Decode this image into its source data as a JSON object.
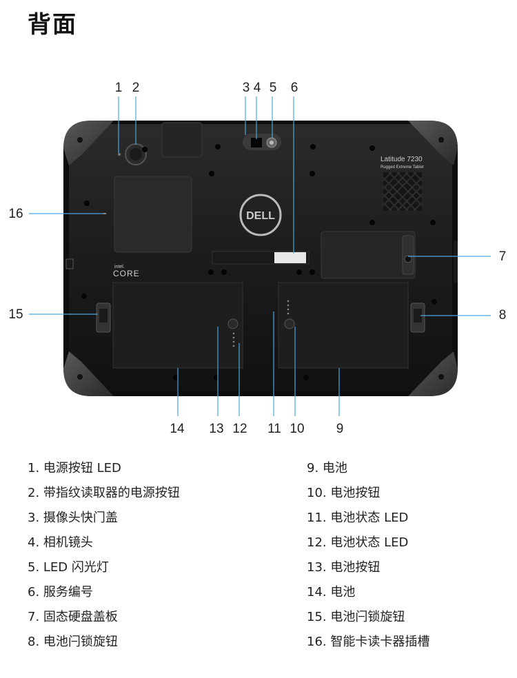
{
  "page": {
    "title": "背面"
  },
  "device": {
    "model": "Latitude 7230",
    "model_sub": "Rugged Extreme Tablet",
    "brand_logo": "DELL",
    "chip_brand": "intel.",
    "chip_name": "CORE"
  },
  "callouts": [
    "1",
    "2",
    "3",
    "4",
    "5",
    "6",
    "7",
    "8",
    "9",
    "10",
    "11",
    "12",
    "13",
    "14",
    "15",
    "16"
  ],
  "legend": {
    "left": [
      "1. 电源按钮 LED",
      "2. 带指纹读取器的电源按钮",
      "3. 摄像头快门盖",
      "4. 相机镜头",
      "5. LED 闪光灯",
      "6. 服务编号",
      "7. 固态硬盘盖板",
      "8. 电池闩锁旋钮"
    ],
    "right": [
      "9. 电池",
      "10. 电池按钮",
      "11. 电池状态 LED",
      "12. 电池状态 LED",
      "13. 电池按钮",
      "14. 电池",
      "15. 电池闩锁旋钮",
      "16. 智能卡读卡器插槽"
    ]
  }
}
